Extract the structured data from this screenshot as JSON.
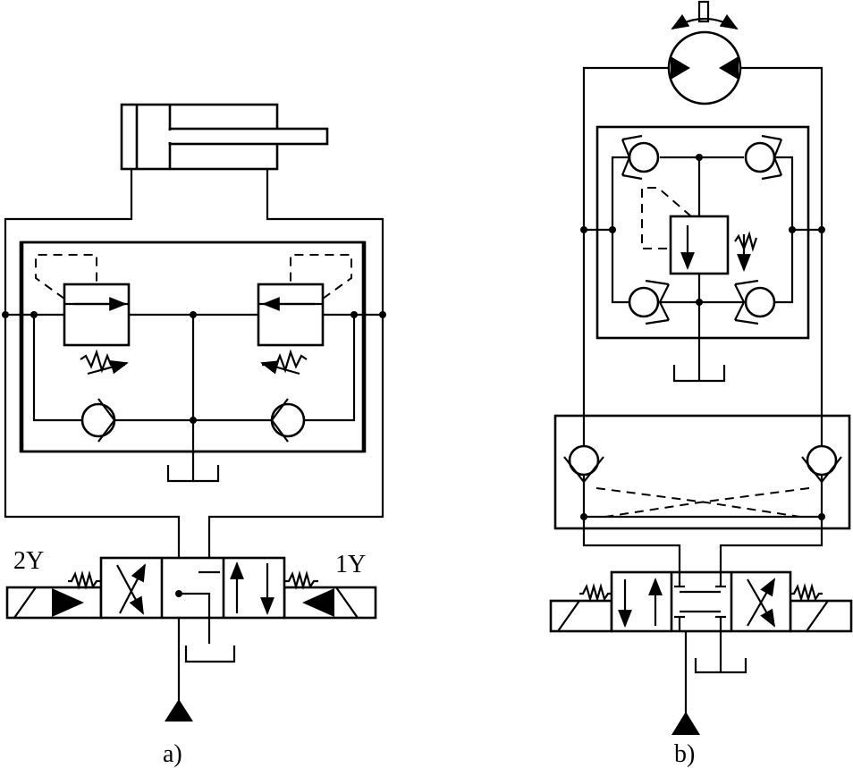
{
  "labels": {
    "solenoid_left": "2Y",
    "solenoid_right": "1Y",
    "caption_a": "a)",
    "caption_b": "b)"
  },
  "colors": {
    "line": "#000000",
    "background": "#ffffff"
  }
}
